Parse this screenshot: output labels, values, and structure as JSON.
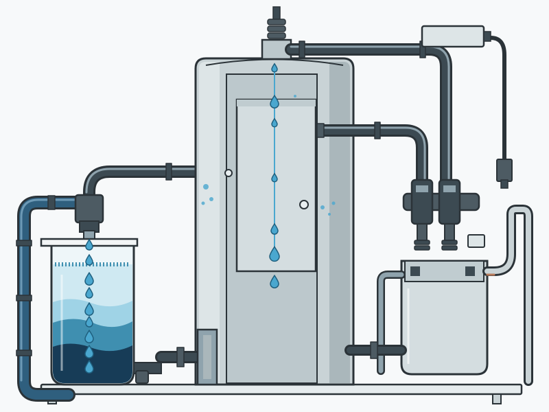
{
  "illustration": {
    "palette": {
      "background": "#f7f9fa",
      "outline": "#2b3338",
      "tank_body": "#c9d3d6",
      "tank_highlight": "#dde5e7",
      "tank_shadow": "#aab7bb",
      "pipe_dark": "#3c4a52",
      "pipe_light": "#8fa3ad",
      "pipe_blue": "#2f5f7e",
      "water_light": "#9fd3e6",
      "water_mid": "#3f8fb0",
      "water_dark": "#173c57",
      "droplet": "#4aa7cf",
      "base_rail": "#e6ecee"
    },
    "components": [
      "main-tank",
      "inner-panel",
      "water-beaker",
      "filter-unit",
      "pump-valves",
      "feed-pipes",
      "droplets",
      "base-rail"
    ]
  }
}
